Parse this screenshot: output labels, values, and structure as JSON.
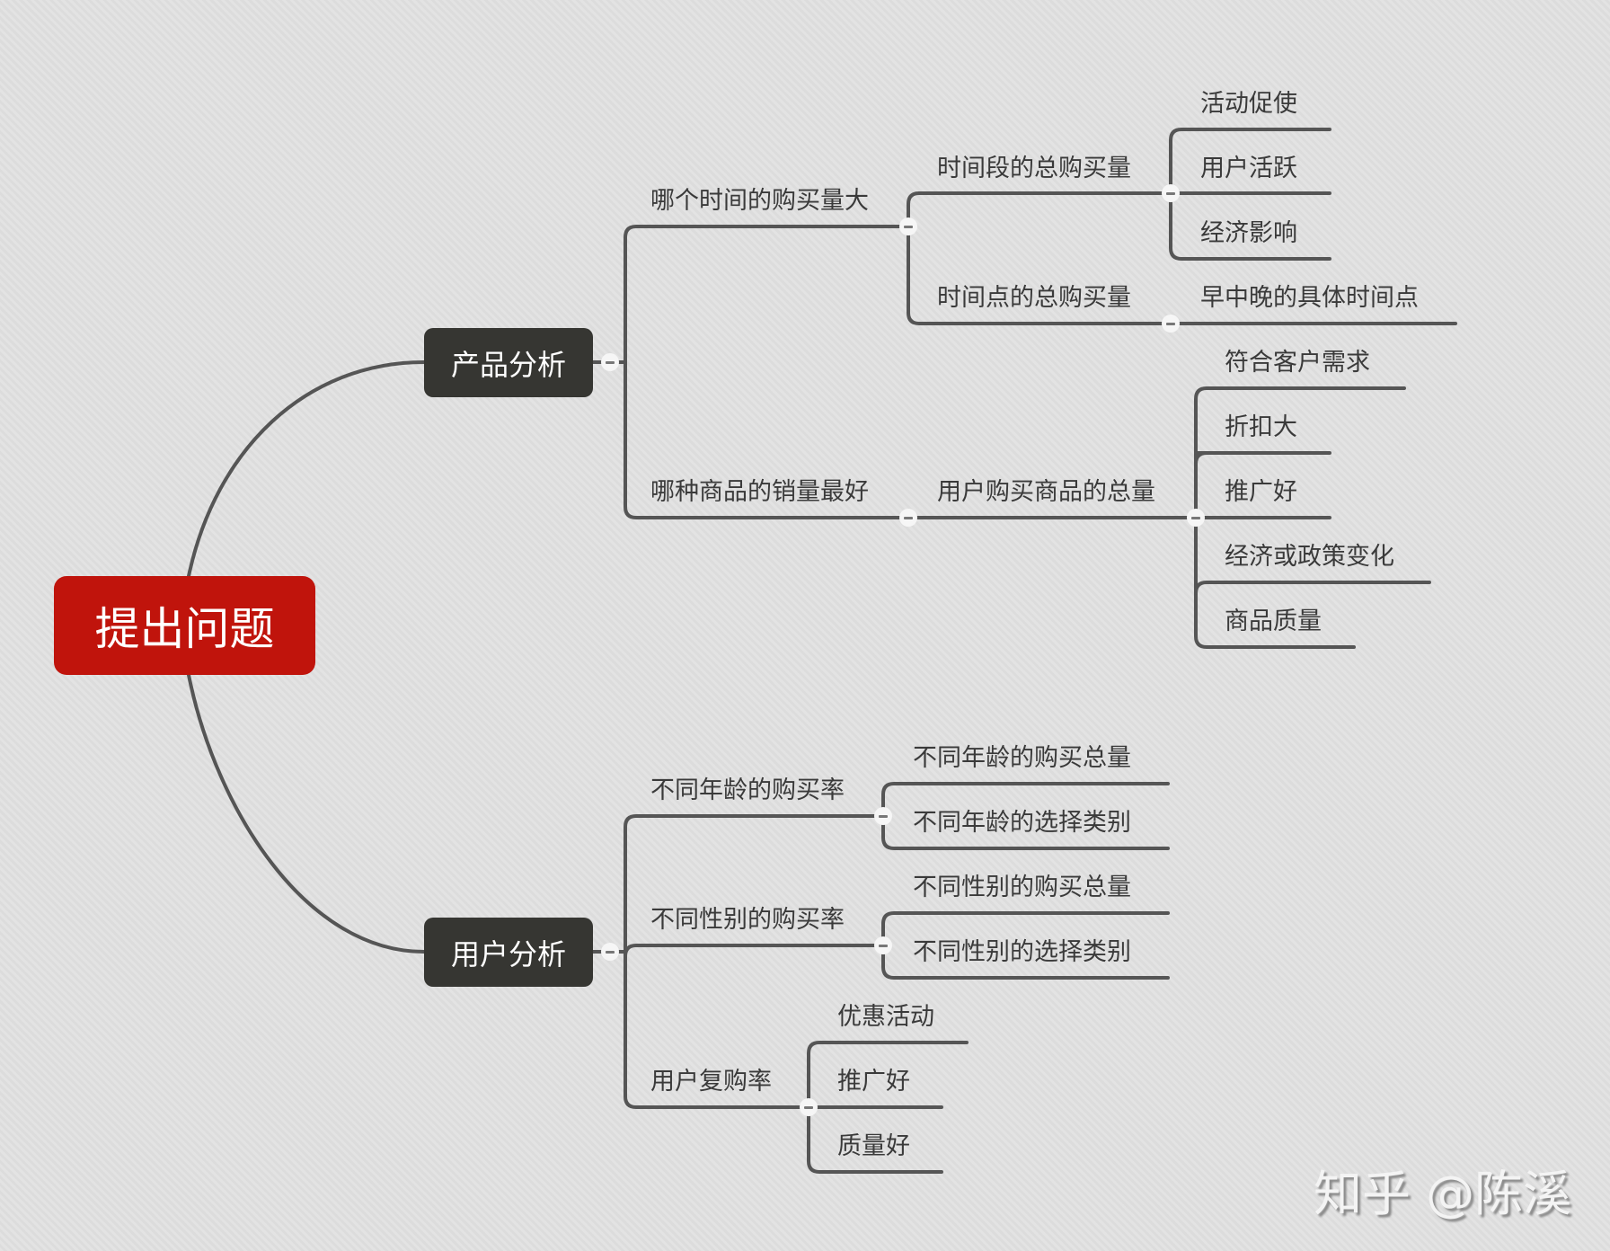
{
  "root": {
    "label": "提出问题",
    "color": "#c0140c"
  },
  "branches": [
    {
      "label": "产品分析",
      "children": [
        {
          "label": "哪个时间的购买量大",
          "children": [
            {
              "label": "时间段的总购买量",
              "children": [
                "活动促使",
                "用户活跃",
                "经济影响"
              ]
            },
            {
              "label": "时间点的总购买量",
              "children": [
                "早中晚的具体时间点"
              ]
            }
          ]
        },
        {
          "label": "哪种商品的销量最好",
          "children": [
            {
              "label": "用户购买商品的总量",
              "children": [
                "符合客户需求",
                "折扣大",
                "推广好",
                "经济或政策变化",
                "商品质量"
              ]
            }
          ]
        }
      ]
    },
    {
      "label": "用户分析",
      "children": [
        {
          "label": "不同年龄的购买率",
          "children": [
            "不同年龄的购买总量",
            "不同年龄的选择类别"
          ]
        },
        {
          "label": "不同性别的购买率",
          "children": [
            "不同性别的购买总量",
            "不同性别的选择类别"
          ]
        },
        {
          "label": "用户复购率",
          "children": [
            "优惠活动",
            "推广好",
            "质量好"
          ]
        }
      ]
    }
  ],
  "watermark": "知乎 @陈溪",
  "colors": {
    "line": "#555555",
    "main_node": "#363632",
    "background": "#e0e0e0"
  }
}
